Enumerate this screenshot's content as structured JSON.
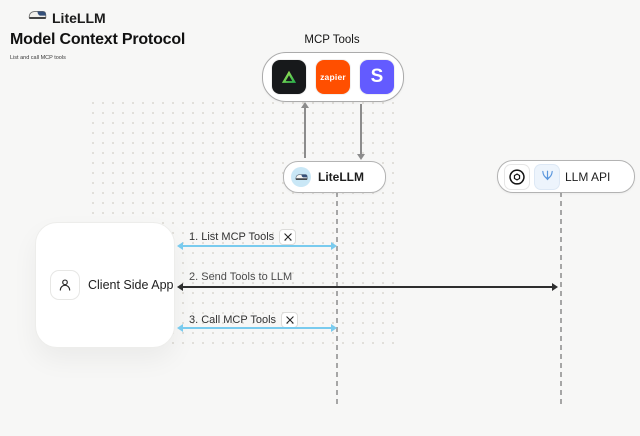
{
  "header": {
    "brand": "LiteLLM",
    "title": "Model Context Protocol",
    "subtitle": "List and call MCP tools"
  },
  "mcp": {
    "label": "MCP Tools",
    "tools": [
      {
        "name": "green-triangle-tool",
        "bg": "#17191b",
        "accent": "#43d95e"
      },
      {
        "name": "zapier",
        "label": "zapier",
        "bg": "#ff4f00"
      },
      {
        "name": "stripe",
        "label": "S",
        "bg": "#635bff"
      }
    ]
  },
  "nodes": {
    "litellm": {
      "label": "LiteLLM"
    },
    "llm_api": {
      "label": "LLM API"
    },
    "client": {
      "label": "Client Side App"
    }
  },
  "sequence": {
    "steps": [
      {
        "label": "1. List MCP Tools",
        "has_tool_icon": true,
        "color": "#79cbee"
      },
      {
        "label": "2. Send Tools to LLM",
        "has_tool_icon": false,
        "color": "#2e2e2e"
      },
      {
        "label": "3. Call MCP Tools",
        "has_tool_icon": true,
        "color": "#79cbee"
      }
    ]
  },
  "colors": {
    "background": "#f7f7f6",
    "accent_blue": "#79cbee",
    "arrow_dark": "#2e2e2e",
    "lifeline_gray": "#a6a6a6",
    "litellm_icon_bg": "#c9e7f6"
  }
}
